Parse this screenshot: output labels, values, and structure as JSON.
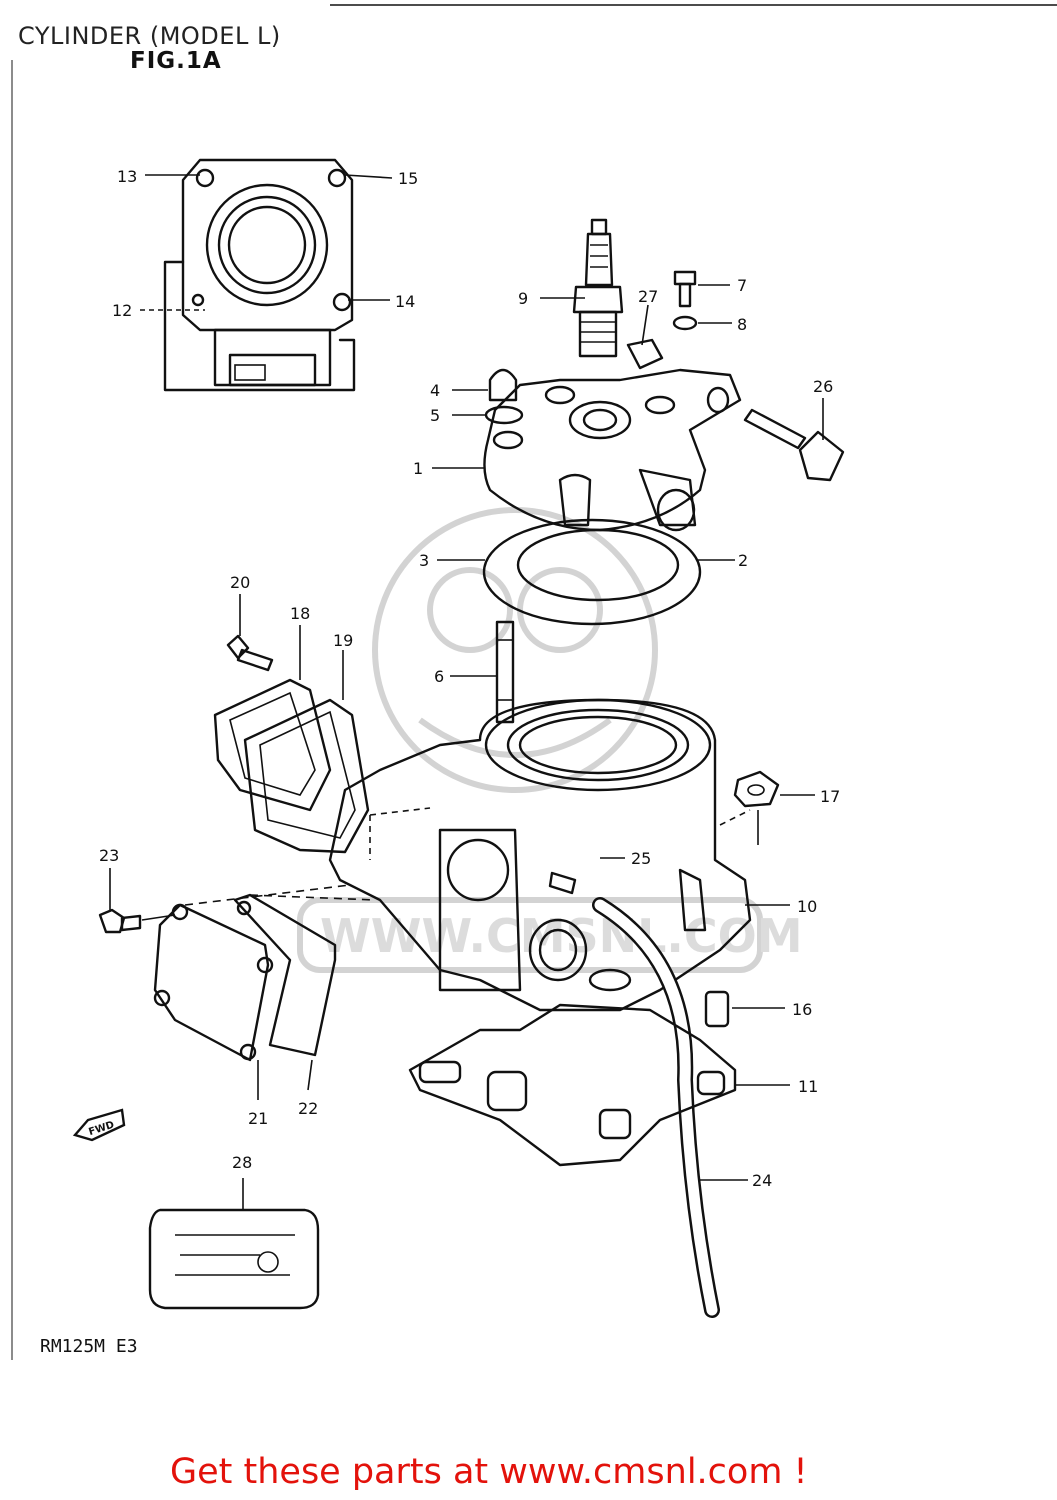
{
  "title": "CYLINDER (MODEL L)",
  "figure": "FIG.1A",
  "model_code": "RM125M E3",
  "footer": "Get these parts at www.cmsnl.com !",
  "watermark": "WWW.CMSNL.COM",
  "fwd_label": "FWD",
  "colors": {
    "footer": "#e3120b",
    "line": "#111111",
    "watermark": "#cfcfcf"
  },
  "callouts": [
    "1",
    "2",
    "3",
    "4",
    "5",
    "6",
    "7",
    "8",
    "9",
    "10",
    "11",
    "12",
    "13",
    "14",
    "15",
    "16",
    "17",
    "18",
    "19",
    "20",
    "21",
    "22",
    "23",
    "24",
    "25",
    "26",
    "27",
    "28"
  ]
}
